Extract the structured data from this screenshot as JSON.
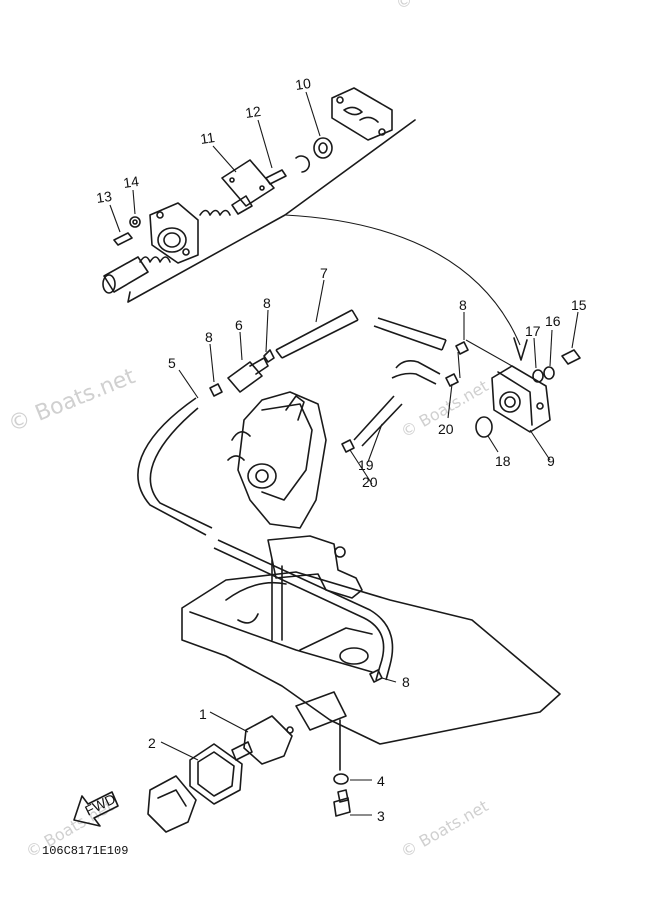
{
  "callouts": [
    "1",
    "2",
    "3",
    "4",
    "5",
    "6",
    "7",
    "8",
    "8",
    "8",
    "8",
    "9",
    "10",
    "11",
    "12",
    "13",
    "14",
    "15",
    "16",
    "17",
    "18",
    "19",
    "20",
    "20"
  ],
  "watermark": "© Boats.net",
  "watermark_short": "© Boats.net",
  "fwd_label": "FWD",
  "drawing_code": "106C8171E109"
}
